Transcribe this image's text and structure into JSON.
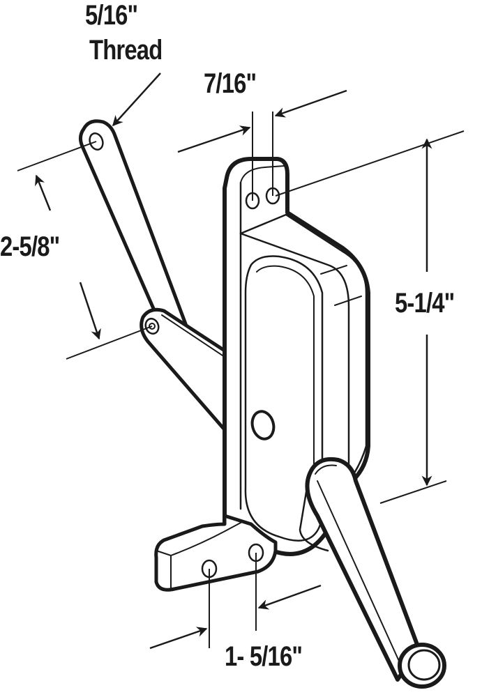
{
  "diagram": {
    "subject": "casement window operator with crank handle",
    "colors": {
      "line": "#1a1a1a",
      "background": "#ffffff"
    },
    "labels": {
      "thread_size": "5/16\"",
      "thread_word": "Thread",
      "hole_spacing_top": "7/16\"",
      "arm_length": "2-5/8\"",
      "body_height": "5-1/4\"",
      "hole_spacing_bottom": "1- 5/16\""
    },
    "parts": [
      "link-arm",
      "pivot-arm",
      "operator-body",
      "top-mount-tab",
      "bottom-mount-foot",
      "crank-handle",
      "center-hole"
    ]
  }
}
